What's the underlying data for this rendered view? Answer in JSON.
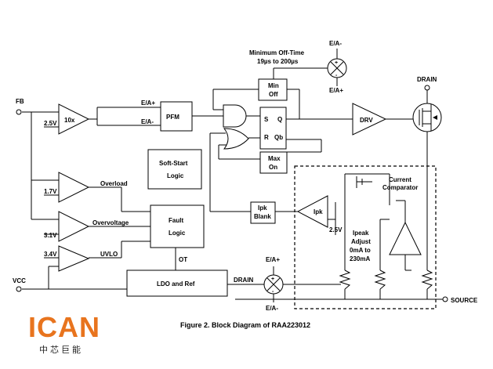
{
  "caption": "Figure 2. Block Diagram of RAA223012",
  "logo": {
    "brand": "ICAN",
    "sub": "中芯巨能",
    "color": "#e8741e"
  },
  "pins": {
    "fb": "FB",
    "vcc": "VCC",
    "drain_top": "DRAIN",
    "source": "SOURCE",
    "drain_ldo": "DRAIN"
  },
  "blocks": {
    "amp": "10x",
    "pfm": "PFM",
    "min_off": [
      "Min",
      "Off"
    ],
    "latch_s": "S",
    "latch_q": "Q",
    "latch_r": "R",
    "latch_qb": "Qb",
    "max_on": [
      "Max",
      "On"
    ],
    "drv": "DRV",
    "softstart": [
      "Soft-Start",
      "Logic"
    ],
    "fault": [
      "Fault",
      "Logic"
    ],
    "ipk_blank": [
      "Ipk",
      "Blank"
    ],
    "ipk": "Ipk",
    "ldo": "LDO and Ref"
  },
  "labels": {
    "ref_25_left": "2.5V",
    "ea_plus_1": "E/A+",
    "ea_minus_1": "E/A-",
    "min_offtime_title": "Minimum Off-Time",
    "min_offtime_range": "19µs to 200µs",
    "ea_minus_top": "E/A-",
    "ea_plus_top": "E/A+",
    "ref_17": "1.7V",
    "overload": "Overload",
    "ref_31": "3.1V",
    "overvoltage": "Overvoltage",
    "ref_34": "3.4V",
    "uvlo": "UVLO",
    "ot": "OT",
    "ea_plus_bot": "E/A+",
    "ea_minus_bot": "E/A-",
    "ref_25_ipk": "2.5V",
    "ipeak_adjust": [
      "Ipeak",
      "Adjust",
      "0mA to",
      "230mA"
    ],
    "current_comparator": [
      "Current",
      "Comparator"
    ],
    "mult_plus": "+",
    "mult_minus": "-"
  }
}
